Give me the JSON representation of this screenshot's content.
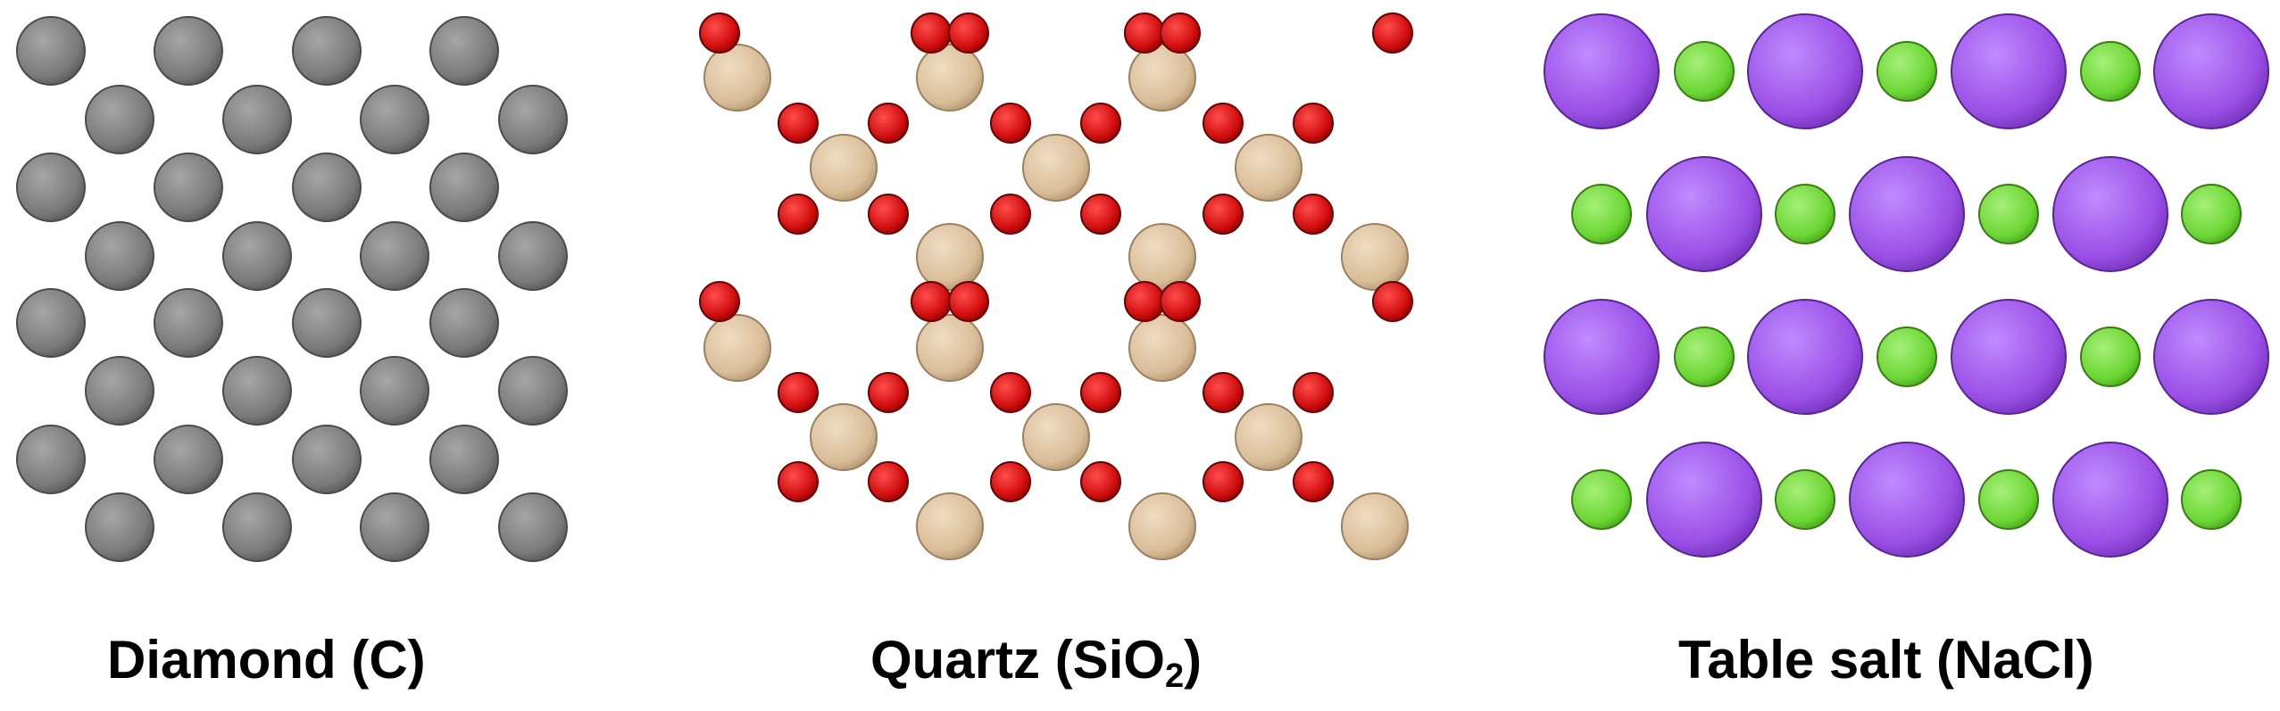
{
  "panels": [
    {
      "id": "diamond",
      "caption": "Diamond (C)",
      "atoms": {
        "carbon": {
          "color": "#7a7a7a"
        }
      }
    },
    {
      "id": "quartz",
      "caption_main": "Quartz (SiO",
      "caption_sub": "2",
      "caption_end": ")",
      "atoms": {
        "silicon": {
          "color": "#d9bd98"
        },
        "oxygen": {
          "color": "#d20f0f"
        }
      }
    },
    {
      "id": "salt",
      "caption": "Table salt (NaCl)",
      "atoms": {
        "sodium": {
          "color": "#9a4fe6"
        },
        "chlorine": {
          "color": "#6bd633"
        }
      }
    }
  ]
}
